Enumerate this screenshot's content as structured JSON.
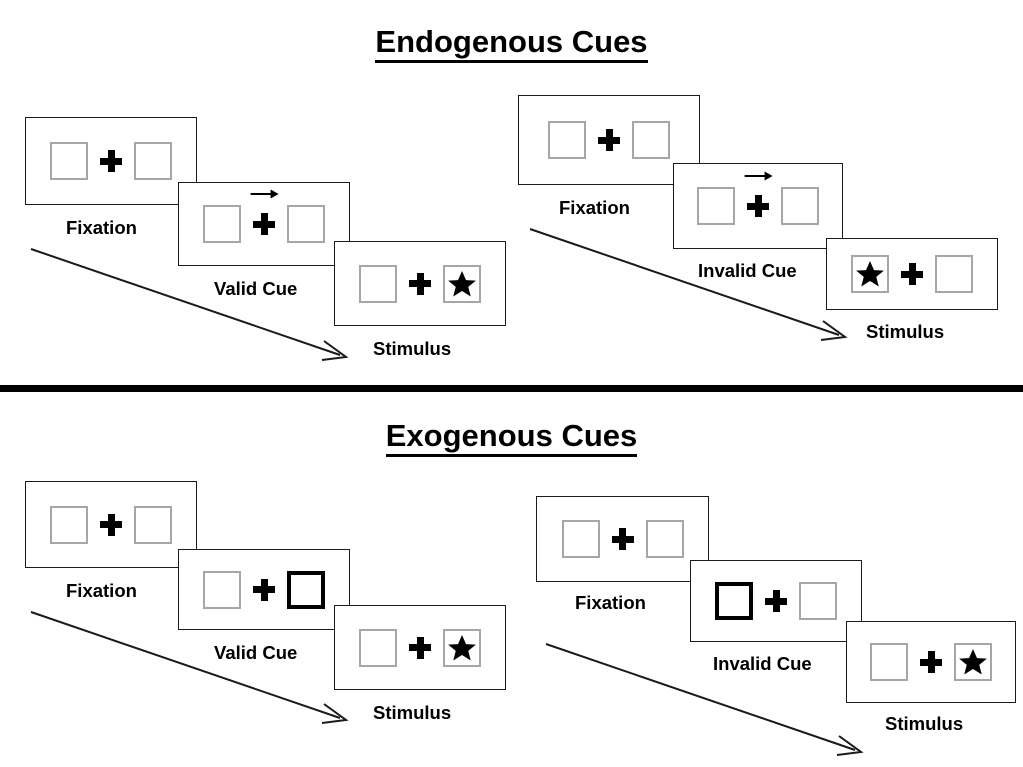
{
  "figure": {
    "sections": [
      {
        "id": "endogenous",
        "title": "Endogenous Cues",
        "conditions": [
          {
            "id": "endogenous-valid",
            "cue_type": "arrow",
            "cue_direction": "right",
            "steps": [
              {
                "label": "Fixation",
                "left_box": "empty",
                "right_box": "empty",
                "cue": "none",
                "target": "none"
              },
              {
                "label": "Valid Cue",
                "left_box": "empty",
                "right_box": "empty",
                "cue": "arrow-right",
                "target": "none"
              },
              {
                "label": "Stimulus",
                "left_box": "empty",
                "right_box": "star",
                "cue": "none",
                "target": "right"
              }
            ]
          },
          {
            "id": "endogenous-invalid",
            "cue_type": "arrow",
            "cue_direction": "right",
            "steps": [
              {
                "label": "Fixation",
                "left_box": "empty",
                "right_box": "empty",
                "cue": "none",
                "target": "none"
              },
              {
                "label": "Invalid Cue",
                "left_box": "empty",
                "right_box": "empty",
                "cue": "arrow-right",
                "target": "none"
              },
              {
                "label": "Stimulus",
                "left_box": "star",
                "right_box": "empty",
                "cue": "none",
                "target": "left"
              }
            ]
          }
        ]
      },
      {
        "id": "exogenous",
        "title": "Exogenous Cues",
        "conditions": [
          {
            "id": "exogenous-valid",
            "cue_type": "box-highlight",
            "cue_direction": "right",
            "steps": [
              {
                "label": "Fixation",
                "left_box": "empty",
                "right_box": "empty",
                "cue": "none",
                "target": "none"
              },
              {
                "label": "Valid Cue",
                "left_box": "empty",
                "right_box": "cued",
                "cue": "highlight-right",
                "target": "none"
              },
              {
                "label": "Stimulus",
                "left_box": "empty",
                "right_box": "star",
                "cue": "none",
                "target": "right"
              }
            ]
          },
          {
            "id": "exogenous-invalid",
            "cue_type": "box-highlight",
            "cue_direction": "left",
            "steps": [
              {
                "label": "Fixation",
                "left_box": "empty",
                "right_box": "empty",
                "cue": "none",
                "target": "none"
              },
              {
                "label": "Invalid Cue",
                "left_box": "cued",
                "right_box": "empty",
                "cue": "highlight-left",
                "target": "none"
              },
              {
                "label": "Stimulus",
                "left_box": "empty",
                "right_box": "star",
                "cue": "none",
                "target": "right"
              }
            ]
          }
        ]
      }
    ],
    "time_arrow_label": "",
    "colors": {
      "frame_stroke": "#1a1a1a",
      "placeholder_stroke": "#a6a6a6",
      "cued_stroke": "#000000",
      "target_fill": "#000000",
      "divider": "#000000",
      "text": "#000000",
      "background": "#ffffff"
    }
  }
}
